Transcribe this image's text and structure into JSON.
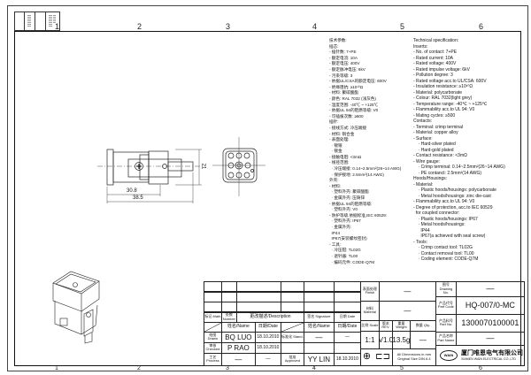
{
  "zones": [
    "1",
    "2",
    "3",
    "4",
    "5",
    "6"
  ],
  "dimensions": {
    "inner_length": "30.8",
    "overall_length": "38.5",
    "height": "21"
  },
  "spec_cn": [
    "技术参数:",
    "插芯:",
    "- 插针数: 7+PE",
    "- 额定电流: 10A",
    "- 额定电压: 400V",
    "- 额定脉冲电压: 6kV",
    "- 污染等级: 3",
    "- 依据UL/CSA的额定电压: 600V",
    "- 绝缘阻抗: ≥10¹⁰Ω",
    "- 材料: 聚碳酸酯",
    "- 颜色: RAL 7032 (浅灰色)",
    "- 温度范围: -40℃ ~ +125℃",
    "- 依据UL 94的阻燃等级: V0",
    "- 可插拔次数: ≥500",
    "插针:",
    "- 接线方式: 冷压端接",
    "- 材料: 铜合金",
    "- 表面处理:",
    "  · 镀银",
    "  · 镀金",
    "- 接触电阻: <3mΩ",
    "- 线径范围:",
    "  · 冷压端接: 0.14~2.5mm²(26~14 AWG)",
    "  · 保护接地: 2.5mm²(14 AWG)",
    "外壳:",
    "- 材料:",
    "  · 塑料外壳: 聚碳酸酯",
    "  · 金属外壳: 压铸锌",
    "- 依据UL 94的阻燃等级:",
    "  · 塑料外壳: V0",
    "- 防护等级,依据标准,IEC 60529:",
    "  · 塑料外壳: IP67",
    "  · 金属外壳:",
    "  IP44",
    "  IP67(安装螺纹密封)",
    "- 工具:",
    "  · 冷压钳: TL02G",
    "  · 退针器: TL00",
    "  · 编码元件: CODE-Q7M"
  ],
  "spec_en": [
    "Technical specification:",
    "Inserts:",
    "- No. of contact: 7+PE",
    "- Rated current: 10A",
    "- Rated voltage: 400V",
    "- Rated impulse voltage: 6kV",
    "- Pollution degree: 3",
    "- Rated voltage acc.to UL/CSA: 600V",
    "- Insulation resistance: ≥10¹⁰Ω",
    "- Material: polycarbonate",
    "- Colour: RAL 7032(light grey)",
    "- Temperature range: -40℃ ~ +125℃",
    "- Flammability acc.to UL 94: V0",
    "- Mating cycles: ≥500",
    "Contacts:",
    "- Terminal: crimp terminal",
    "- Material: copper alloy",
    "- Surface:",
    "    · Hard-silver plated",
    "    · Hard-gold plated",
    "- Contact resistance: <3mΩ",
    "- Wire gauge:",
    "    · Crimp terminal: 0.14~2.5mm²(26~14 AWG)",
    "    · PE contanct: 2.5mm²(14 AWG)",
    "Hoods/Housings:",
    "- Material:",
    "    · Plastic hoods/housings: polycarbonate",
    "    · Metal hoods/housings: zinc die-cast",
    "- Flammability acc.to UL 94: V0",
    "- Degree of protection, acc.to IEC 60529",
    "  for coupled connector:",
    "    · Plastic hoods/housings: IP67",
    "    · Metal hoods/housings:",
    "      IP44",
    "      IP67(a achieved with seal screw)",
    "- Tools:",
    "    · Crimp contact tool: TL02G",
    "    · Contact removal tool: TL00",
    "    · Coding element: CODE-Q7M"
  ],
  "title_block": {
    "mark": "标记 Mark",
    "number": "处数 Number",
    "description": "更改描述/Description",
    "signature": "签名 Signature",
    "date": "日期 Date",
    "name_date_1": "姓名/Name",
    "date_col_1": "日期/Date",
    "name_date_2": "姓名/Name",
    "date_col_2": "日期/Date",
    "drawn_label": "绘图 Drawn",
    "drawn_name": "BQ LUO",
    "drawn_date": "18.10.2010",
    "stand_label": "标准化 Stand.",
    "stand_name": "—",
    "stand_date": "—",
    "checked_label": "审核 Checked",
    "checked_name": "P RAO",
    "checked_date": "18.10.2010",
    "process_label": "工艺 Process",
    "process_name": "—",
    "process_date": "—",
    "approved_label": "批准 Approved",
    "approved_name": "YY LIN",
    "approved_date": "18.10.2010",
    "finish_label": "表面处理 Finish",
    "finish_value": "—",
    "material_label": "材料 Material",
    "material_value": "—",
    "scale_label": "比例 Scale",
    "scale_value": "1:1",
    "rev_label": "版本 REV.",
    "rev_value": "V1.0",
    "weight_label": "重量 Weight",
    "weight_value": "13.5g",
    "qty_label": "数量 Qty.",
    "qty_value": "—",
    "dimensions_note_1": "All Dimensions in mm",
    "dimensions_note_2": "Original Size DIN A 4",
    "drawing_no_label": "图号 Drawing No.",
    "drawing_no_value": "—",
    "part_code_label": "产品代号 Part Code",
    "part_code_value": "HQ-007/0-MC",
    "part_no_label": "产品料号 Part No.",
    "part_no_value": "1300070100001",
    "part_name_label": "产品名称 Part Name",
    "part_name_value": "—",
    "logo_text": "WAIN",
    "company_cn": "厦门唯恩电气有限公司",
    "company_en": "XIAMEN WAIN ELECTRICAL CO.,LTD"
  }
}
